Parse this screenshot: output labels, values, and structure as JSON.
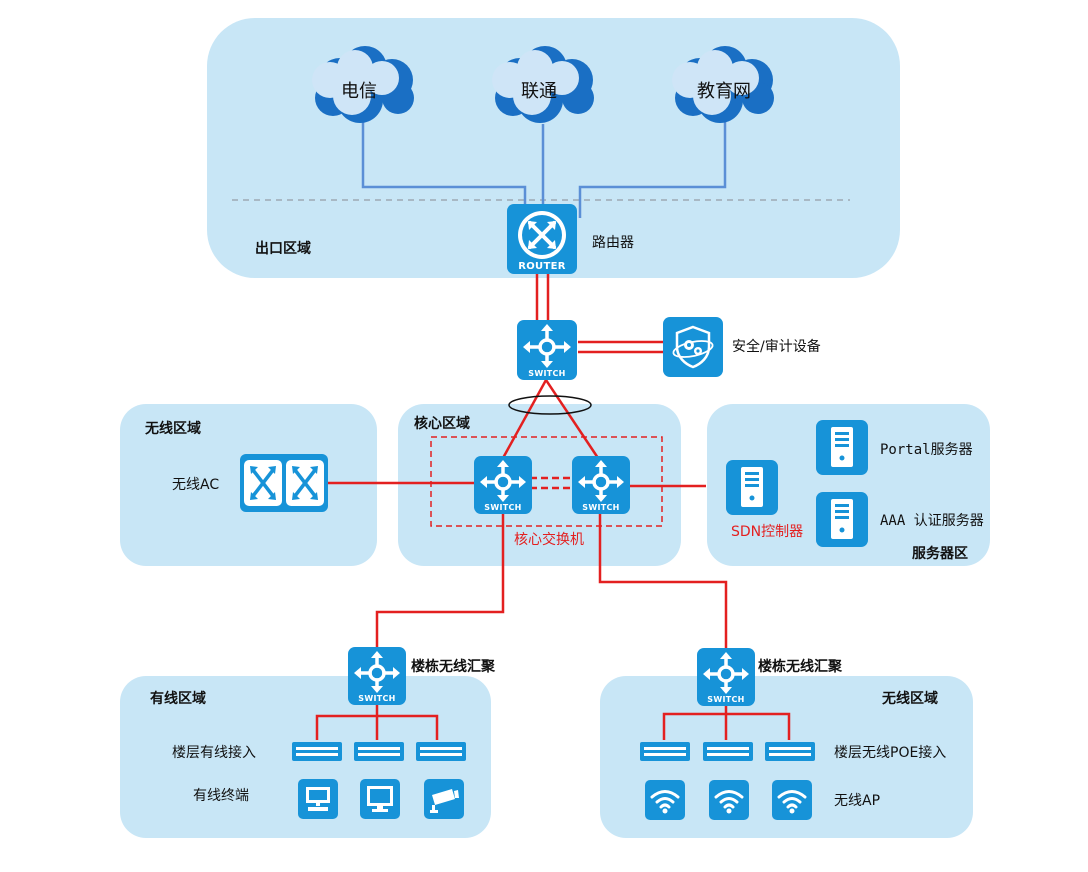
{
  "clouds": [
    {
      "label": "电信"
    },
    {
      "label": "联通"
    },
    {
      "label": "教育网"
    }
  ],
  "zones": {
    "exit": "出口区域",
    "wireless_top": "无线区域",
    "core": "核心区域",
    "server": "服务器区",
    "wired": "有线区域",
    "wireless_bottom": "无线区域"
  },
  "devices": {
    "router_caption": "ROUTER",
    "switch_caption": "SWITCH"
  },
  "labels": {
    "router": "路由器",
    "security": "安全/审计设备",
    "wireless_ac": "无线AC",
    "core_switch": "核心交换机",
    "sdn": "SDN控制器",
    "portal": "Portal服务器",
    "aaa": "AAA 认证服务器",
    "agg_left": "楼栋无线汇聚",
    "agg_right": "楼栋无线汇聚",
    "floor_wired": "楼层有线接入",
    "wired_terminal": "有线终端",
    "floor_poe": "楼层无线POE接入",
    "wireless_ap": "无线AP"
  },
  "colors": {
    "zone_fill": "#c8e6f6",
    "device_blue": "#1793d8",
    "cloud_blue": "#1a6fc4",
    "link_red": "#e32020",
    "link_blue": "#5b8fd6"
  }
}
